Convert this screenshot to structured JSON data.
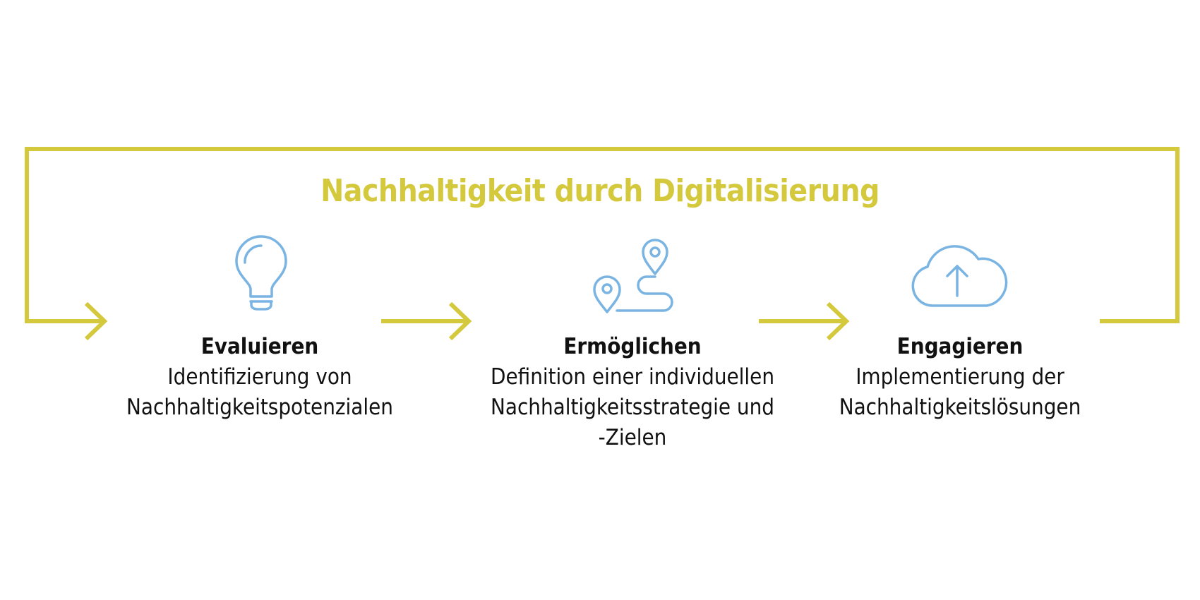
{
  "title": "Nachhaltigkeit durch Digitalisierung",
  "colors": {
    "accent": "#d4c83c",
    "icon": "#7ab4e2",
    "text": "#111111",
    "background": "#ffffff"
  },
  "steps": [
    {
      "icon": "lightbulb-icon",
      "title": "Evaluieren",
      "lines": [
        "Identifizierung von",
        "Nachhaltigkeitspotenzialen"
      ]
    },
    {
      "icon": "route-map-pin-icon",
      "title": "Ermöglichen",
      "lines": [
        "Definition einer individuellen",
        "Nachhaltigkeitsstrategie und",
        "-Zielen"
      ]
    },
    {
      "icon": "cloud-upload-icon",
      "title": "Engagieren",
      "lines": [
        "Implementierung der",
        "Nachhaltigkeitslösungen"
      ]
    }
  ]
}
